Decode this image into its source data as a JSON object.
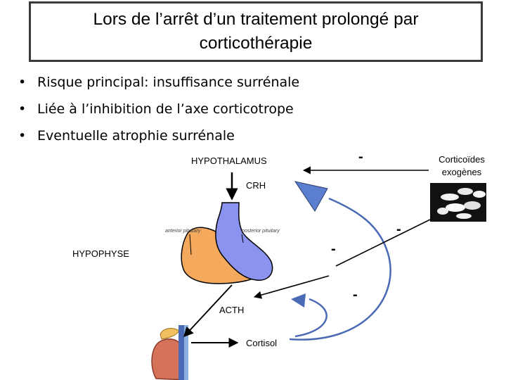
{
  "title": {
    "line1": "Lors de l’arrêt d’un traitement prolongé par",
    "line2": "corticothérapie"
  },
  "bullets": [
    "Risque principal: insuffisance surrénale",
    "Liée à l’inhibition de l’axe corticotrope",
    "Eventuelle atrophie surrénale"
  ],
  "diagram": {
    "hypothalamus": "HYPOTHALAMUS",
    "crh": "CRH",
    "hypophyse": "HYPOPHYSE",
    "anterior_pituitary": "anterior pituitary",
    "posterior_pituitary": "posterior pituitary",
    "acth": "ACTH",
    "cortisol": "Cortisol",
    "corticoides_line1": "Corticoïdes",
    "corticoides_line2": "exogènes",
    "inhibition_sign": "-"
  },
  "colors": {
    "anterior_pituitary": "#f5a95c",
    "posterior_pituitary": "#8a93ef",
    "feedback_arrow": "#4a6ab5",
    "title_border": "#3a3a3a"
  }
}
